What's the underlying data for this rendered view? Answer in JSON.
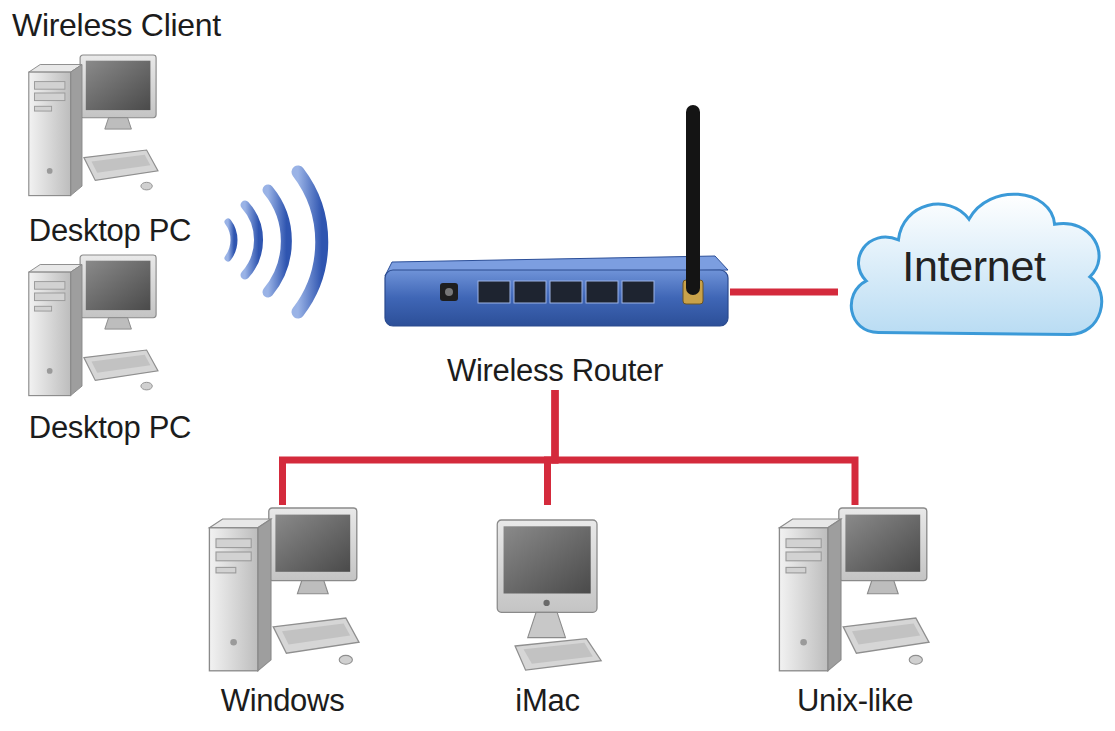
{
  "diagram": {
    "nodes": [
      {
        "text": [
          "Desktop PC"
        ]
      },
      {
        "text": [
          "Desktop PC"
        ]
      },
      {
        "text": [
          "Wireless Router"
        ]
      },
      {
        "text": [
          "Internet"
        ]
      },
      {
        "text": [
          "Windows"
        ]
      },
      {
        "text": [
          "iMac"
        ]
      },
      {
        "text": [
          "Unix-like"
        ]
      }
    ],
    "edges": [
      {
        "from": 2,
        "to": 3,
        "arrow": "none"
      },
      {
        "from": 2,
        "to": 4,
        "arrow": "none"
      },
      {
        "from": 2,
        "to": 5,
        "arrow": "none"
      },
      {
        "from": 2,
        "to": 6,
        "arrow": "none"
      }
    ],
    "labels": [
      "Wireless Client"
    ]
  }
}
